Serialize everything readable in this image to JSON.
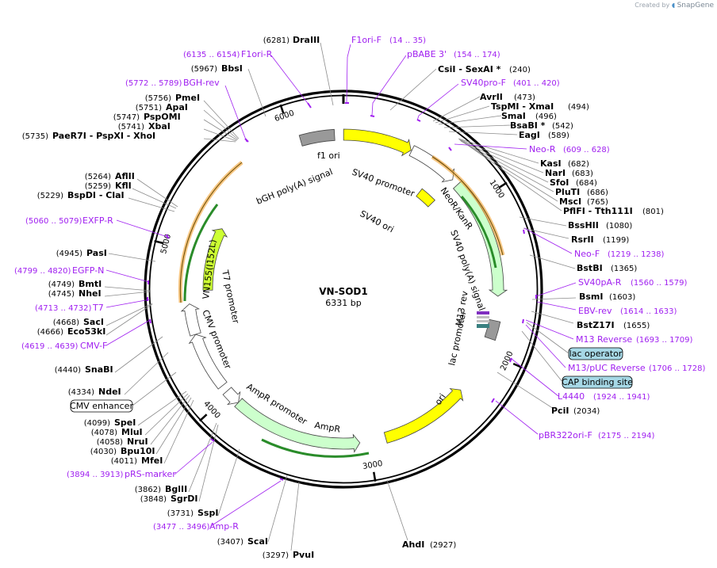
{
  "credit": {
    "prefix": "Created by",
    "brand": "SnapGene"
  },
  "plasmid": {
    "name": "VN-SOD1",
    "size_label": "6331 bp",
    "length": 6331
  },
  "ticks": [
    {
      "bp": 1000,
      "label": "1000"
    },
    {
      "bp": 2000,
      "label": "2000"
    },
    {
      "bp": 3000,
      "label": "3000"
    },
    {
      "bp": 4000,
      "label": "4000"
    },
    {
      "bp": 5000,
      "label": "5000"
    },
    {
      "bp": 6000,
      "label": "6000"
    }
  ],
  "features": [
    {
      "name": "f1 ori",
      "start": 1,
      "end": 456,
      "color": "#ffff00",
      "dir": 1,
      "r": 240,
      "w": 14
    },
    {
      "name": "SV40 promoter",
      "start": 461,
      "end": 790,
      "color": "#ffffff",
      "dir": 1,
      "r": 240,
      "w": 14
    },
    {
      "name": "NeoR/KanR",
      "start": 835,
      "end": 1629,
      "color": "#ccffcc",
      "dir": 1,
      "r": 240,
      "w": 14
    },
    {
      "name": "SV40 poly(A) signal",
      "start": 1790,
      "end": 1911,
      "color": "#999999",
      "dir": 0,
      "r": 240,
      "w": 14
    },
    {
      "name": "ori",
      "start": 2299,
      "end": 2887,
      "color": "#ffff00",
      "dir": -1,
      "r": 240,
      "w": 14
    },
    {
      "name": "AmpR",
      "start": 3058,
      "end": 3918,
      "color": "#ccffcc",
      "dir": -1,
      "r": 240,
      "w": 14
    },
    {
      "name": "AmpR promoter",
      "start": 3918,
      "end": 4023,
      "color": "#ffffff",
      "dir": -1,
      "r": 240,
      "w": 14
    },
    {
      "name": "CMV enhancer",
      "start": 4069,
      "end": 4448,
      "color": "#ffffff",
      "dir": 1,
      "r": 240,
      "w": 14
    },
    {
      "name": "CMV promoter",
      "start": 4449,
      "end": 4652,
      "color": "#ffffff",
      "dir": 1,
      "r": 240,
      "w": 14
    },
    {
      "name": "VN155(I152L)",
      "start": 4741,
      "end": 5214,
      "color": "#ccff33",
      "dir": 1,
      "r": 216,
      "w": 12
    },
    {
      "name": "bGH poly(A) signal",
      "start": 6049,
      "end": 6273,
      "color": "#999999",
      "dir": 0,
      "r": 240,
      "w": 14
    },
    {
      "name": "SV40 ori",
      "start": 669,
      "end": 805,
      "color": "#ffff00",
      "dir": 0,
      "r": 200,
      "w": 12
    }
  ],
  "feature_labels": [
    {
      "text": "f1 ori"
    },
    {
      "text": "SV40 promoter"
    },
    {
      "text": "SV40 ori"
    },
    {
      "text": "NeoR/KanR"
    },
    {
      "text": "SV40 poly(A) signal"
    },
    {
      "text": "M13 rev"
    },
    {
      "text": "lac promoter"
    },
    {
      "text": "ori"
    },
    {
      "text": "AmpR"
    },
    {
      "text": "AmpR promoter"
    },
    {
      "text": "CMV promoter"
    },
    {
      "text": "T7 promoter"
    },
    {
      "text": "VN155(I152L)"
    },
    {
      "text": "bGH poly(A) signal"
    }
  ],
  "sites": [
    {
      "name": "DraIII",
      "pos": "(6281)"
    },
    {
      "name": "BbsI",
      "pos": "(5967)"
    },
    {
      "name": "PmeI",
      "pos": "(5756)"
    },
    {
      "name": "ApaI",
      "pos": "(5751)"
    },
    {
      "name": "PspOMI",
      "pos": "(5747)"
    },
    {
      "name": "XbaI",
      "pos": "(5741)"
    },
    {
      "name": "PaeR7I  - PspXI  - XhoI",
      "pos": "(5735)"
    },
    {
      "name": "AflII",
      "pos": "(5264)"
    },
    {
      "name": "KflI",
      "pos": "(5259)"
    },
    {
      "name": "BspDI  - ClaI",
      "pos": "(5229)"
    },
    {
      "name": "PasI",
      "pos": "(4945)"
    },
    {
      "name": "BmtI",
      "pos": "(4749)"
    },
    {
      "name": "NheI",
      "pos": "(4745)"
    },
    {
      "name": "SacI",
      "pos": "(4668)"
    },
    {
      "name": "Eco53kI",
      "pos": "(4666)"
    },
    {
      "name": "SnaBI",
      "pos": "(4440)"
    },
    {
      "name": "NdeI",
      "pos": "(4334)"
    },
    {
      "name": "SpeI",
      "pos": "(4099)"
    },
    {
      "name": "MluI",
      "pos": "(4078)"
    },
    {
      "name": "NruI",
      "pos": "(4058)"
    },
    {
      "name": "Bpu10I",
      "pos": "(4030)"
    },
    {
      "name": "MfeI",
      "pos": "(4011)"
    },
    {
      "name": "BglII",
      "pos": "(3862)"
    },
    {
      "name": "SgrDI",
      "pos": "(3848)"
    },
    {
      "name": "SspI",
      "pos": "(3731)"
    },
    {
      "name": "ScaI",
      "pos": "(3407)"
    },
    {
      "name": "PvuI",
      "pos": "(3297)"
    },
    {
      "name": "AhdI",
      "pos": "(2927)"
    },
    {
      "name": "PciI",
      "pos": "(2034)"
    },
    {
      "name": "BstZ17I",
      "pos": "(1655)"
    },
    {
      "name": "BsmI",
      "pos": "(1603)"
    },
    {
      "name": "BstBI",
      "pos": "(1365)"
    },
    {
      "name": "RsrII",
      "pos": "(1199)"
    },
    {
      "name": "BssHII",
      "pos": "(1080)"
    },
    {
      "name": "PflFI  - Tth111I",
      "pos": "(801)"
    },
    {
      "name": "MscI",
      "pos": "(765)"
    },
    {
      "name": "PluTI",
      "pos": "(686)"
    },
    {
      "name": "SfoI",
      "pos": "(684)"
    },
    {
      "name": "NarI",
      "pos": "(683)"
    },
    {
      "name": "KasI",
      "pos": "(682)"
    },
    {
      "name": "EagI",
      "pos": "(589)"
    },
    {
      "name": "BsaBI  *",
      "pos": "(542)"
    },
    {
      "name": "SmaI",
      "pos": "(496)"
    },
    {
      "name": "TspMI  - XmaI",
      "pos": "(494)"
    },
    {
      "name": "AvrII",
      "pos": "(473)"
    },
    {
      "name": "CsiI  - SexAI  *",
      "pos": "(240)"
    }
  ],
  "primers": [
    {
      "name": "F1ori-F",
      "range": "(14 .. 35)"
    },
    {
      "name": "pBABE 3'",
      "range": "(154 .. 174)"
    },
    {
      "name": "SV40pro-F",
      "range": "(401 .. 420)"
    },
    {
      "name": "Neo-R",
      "range": "(609 .. 628)"
    },
    {
      "name": "Neo-F",
      "range": "(1219 .. 1238)"
    },
    {
      "name": "SV40pA-R",
      "range": "(1560 .. 1579)"
    },
    {
      "name": "EBV-rev",
      "range": "(1614 .. 1633)"
    },
    {
      "name": "M13 Reverse",
      "range": "(1693 .. 1709)"
    },
    {
      "name": "M13/pUC Reverse",
      "range": "(1706 .. 1728)"
    },
    {
      "name": "L4440",
      "range": "(1924 .. 1941)"
    },
    {
      "name": "pBR322ori-F",
      "range": "(2175 .. 2194)"
    },
    {
      "name": "Amp-R",
      "range": "(3477 .. 3496)"
    },
    {
      "name": "pRS-marker",
      "range": "(3894 .. 3913)"
    },
    {
      "name": "CMV-F",
      "range": "(4619 .. 4639)"
    },
    {
      "name": "T7",
      "range": "(4713 .. 4732)"
    },
    {
      "name": "EGFP-N",
      "range": "(4799 .. 4820)"
    },
    {
      "name": "EXFP-R",
      "range": "(5060 .. 5079)"
    },
    {
      "name": "BGH-rev",
      "range": "(5772 .. 5789)"
    },
    {
      "name": "F1ori-R",
      "range": "(6135 .. 6154)"
    }
  ],
  "boxed_labels": [
    {
      "text": "CMV enhancer",
      "fill": "#ffffff"
    },
    {
      "text": "lac operator",
      "fill": "#a6d8e6"
    },
    {
      "text": "CAP binding site",
      "fill": "#a6d8e6"
    }
  ]
}
